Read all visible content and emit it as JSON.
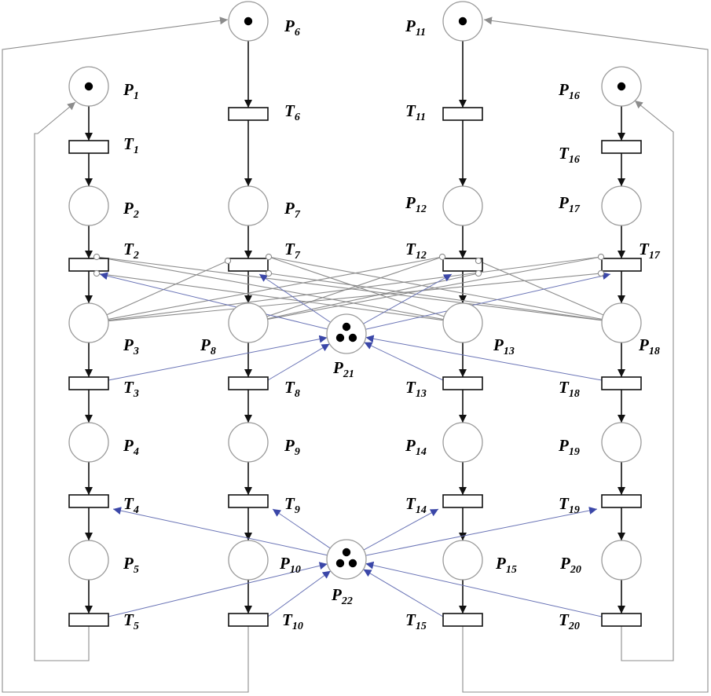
{
  "places": [
    {
      "id": "P1",
      "name": "P",
      "index": "1",
      "tokens": 1
    },
    {
      "id": "P2",
      "name": "P",
      "index": "2",
      "tokens": 0
    },
    {
      "id": "P3",
      "name": "P",
      "index": "3",
      "tokens": 0
    },
    {
      "id": "P4",
      "name": "P",
      "index": "4",
      "tokens": 0
    },
    {
      "id": "P5",
      "name": "P",
      "index": "5",
      "tokens": 0
    },
    {
      "id": "P6",
      "name": "P",
      "index": "6",
      "tokens": 1
    },
    {
      "id": "P7",
      "name": "P",
      "index": "7",
      "tokens": 0
    },
    {
      "id": "P8",
      "name": "P",
      "index": "8",
      "tokens": 0
    },
    {
      "id": "P9",
      "name": "P",
      "index": "9",
      "tokens": 0
    },
    {
      "id": "P10",
      "name": "P",
      "index": "10",
      "tokens": 0
    },
    {
      "id": "P11",
      "name": "P",
      "index": "11",
      "tokens": 1
    },
    {
      "id": "P12",
      "name": "P",
      "index": "12",
      "tokens": 0
    },
    {
      "id": "P13",
      "name": "P",
      "index": "13",
      "tokens": 0
    },
    {
      "id": "P14",
      "name": "P",
      "index": "14",
      "tokens": 0
    },
    {
      "id": "P15",
      "name": "P",
      "index": "15",
      "tokens": 0
    },
    {
      "id": "P16",
      "name": "P",
      "index": "16",
      "tokens": 1
    },
    {
      "id": "P17",
      "name": "P",
      "index": "17",
      "tokens": 0
    },
    {
      "id": "P18",
      "name": "P",
      "index": "18",
      "tokens": 0
    },
    {
      "id": "P19",
      "name": "P",
      "index": "19",
      "tokens": 0
    },
    {
      "id": "P20",
      "name": "P",
      "index": "20",
      "tokens": 0
    },
    {
      "id": "P21",
      "name": "P",
      "index": "21",
      "tokens": 3
    },
    {
      "id": "P22",
      "name": "P",
      "index": "22",
      "tokens": 3
    }
  ],
  "transitions": [
    {
      "id": "T1",
      "name": "T",
      "index": "1"
    },
    {
      "id": "T2",
      "name": "T",
      "index": "2"
    },
    {
      "id": "T3",
      "name": "T",
      "index": "3"
    },
    {
      "id": "T4",
      "name": "T",
      "index": "4"
    },
    {
      "id": "T5",
      "name": "T",
      "index": "5"
    },
    {
      "id": "T6",
      "name": "T",
      "index": "6"
    },
    {
      "id": "T7",
      "name": "T",
      "index": "7"
    },
    {
      "id": "T8",
      "name": "T",
      "index": "8"
    },
    {
      "id": "T9",
      "name": "T",
      "index": "9"
    },
    {
      "id": "T10",
      "name": "T",
      "index": "10"
    },
    {
      "id": "T11",
      "name": "T",
      "index": "11"
    },
    {
      "id": "T12",
      "name": "T",
      "index": "12"
    },
    {
      "id": "T13",
      "name": "T",
      "index": "13"
    },
    {
      "id": "T14",
      "name": "T",
      "index": "14"
    },
    {
      "id": "T15",
      "name": "T",
      "index": "15"
    },
    {
      "id": "T16",
      "name": "T",
      "index": "16"
    },
    {
      "id": "T17",
      "name": "T",
      "index": "17"
    },
    {
      "id": "T18",
      "name": "T",
      "index": "18"
    },
    {
      "id": "T19",
      "name": "T",
      "index": "19"
    },
    {
      "id": "T20",
      "name": "T",
      "index": "20"
    }
  ],
  "colors": {
    "flow_arc": "#111111",
    "inhibitor_arc": "#8c8c8c",
    "resource_arc": "#6a74b6",
    "place_outline": "#9a9a9a"
  }
}
